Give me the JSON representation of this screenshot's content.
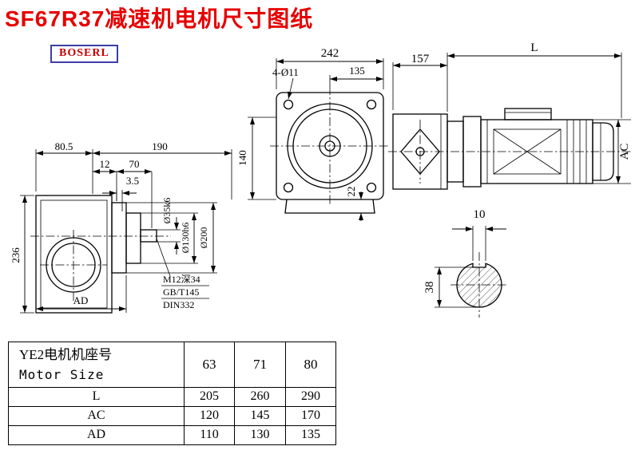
{
  "page": {
    "title": "SF67R37减速机电机尺寸图纸",
    "brand": "BOSERL"
  },
  "side_view": {
    "dim_top_left": "80.5",
    "dim_top_right": "190",
    "dim_12": "12",
    "dim_70": "70",
    "dim_3_5": "3.5",
    "dim_height": "236",
    "dim_ad": "AD",
    "shaft_dia": "Ø35k6",
    "spigot_dia": "Ø130h6",
    "flange_dia": "Ø200",
    "center_hole_line1": "M12深34",
    "center_hole_line2": "GB/T145",
    "center_hole_line3": "DIN332"
  },
  "front_view": {
    "dim_width": "242",
    "dim_135": "135",
    "holes": "4-Ø11",
    "dim_height": "140",
    "dim_22": "22"
  },
  "motor_view": {
    "dim_157": "157",
    "dim_L": "L",
    "dim_AC": "AC"
  },
  "shaft_section": {
    "key_width": "10",
    "dim_38": "38"
  },
  "table": {
    "header": {
      "label_cn": "YE2电机机座号",
      "label_en": "Motor Size",
      "sizes": [
        "63",
        "71",
        "80"
      ]
    },
    "rows": [
      {
        "label": "L",
        "values": [
          "205",
          "260",
          "290"
        ]
      },
      {
        "label": "AC",
        "values": [
          "120",
          "145",
          "170"
        ]
      },
      {
        "label": "AD",
        "values": [
          "110",
          "130",
          "135"
        ]
      }
    ]
  }
}
